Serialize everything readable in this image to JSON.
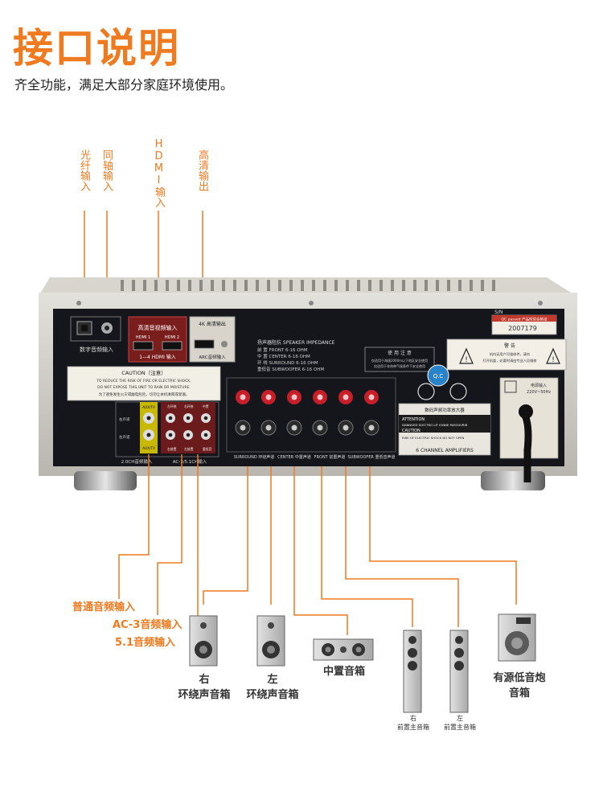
{
  "header": {
    "title": "接口说明",
    "subtitle": "齐全功能，满足大部分家庭环境使用。"
  },
  "top_labels": {
    "optical": "光纤输入",
    "coaxial": "同轴输入",
    "hdmi_in": "HDMI输入",
    "hd_out": "高清输出"
  },
  "panel": {
    "sn_label": "S/N",
    "qc_label": "QC passed 产品检验合格证",
    "serial_number": "2007179",
    "digital_audio_in": "数字音频输入",
    "hd_audio_in": "高清音视频输入",
    "hdmi1": "HDMI 1",
    "hdmi2": "HDMI 2",
    "hdmi_in": "1—4 HDMI 输入",
    "hd_out_box": "4K 高清输出",
    "arc_in": "ARC音频输入",
    "speaker_impedance_title": "扬声器阻抗 SPEAKER IMPEDANCE",
    "impedance_lines": [
      "前 置 FRONT          6-16 OHM",
      "中 置 CENTER         6-16 OHM",
      "环 绕 SURROUND       6-16 OHM",
      "重低音 SUBWOOFER     6-16 OHM"
    ],
    "usage_notes_title": "使 用 注 意",
    "usage_notes_lines": [
      "仅适用于海拔2000m以下地区安全使用",
      "仅适用于非热带气候条件下安全使用"
    ],
    "warning_title": "警 告",
    "warning_lines": [
      "机内无用户可维修件，请勿",
      "打开机盖，必要时请由专业人员维修"
    ],
    "power_in": "电源输入",
    "power_spec": "220V~50Hz",
    "caution_title": "CAUTION（注意）",
    "caution_lines": [
      "TO REDUCE THE RISK OF FIRE OR ELECTRIC SHOCK,",
      "DO NOT EXPOSE THIS UNIT TO RAIN OR MOISTURE.",
      "为了避免发生火灾或触电危险，切勿让本机淋雨或受潮。"
    ],
    "aux_tv": "AUX/TV",
    "aux_tv2": "AUX/TV",
    "label_right_ch": "右声道",
    "label_left_ch": "左声道",
    "label_2ch": "2.0CH音频输入",
    "label_ac3": "AC-3/5.1CH输入",
    "ac3_labels": [
      "左环绕",
      "右环绕",
      "中置",
      "右前置",
      "左前置",
      "重低音"
    ],
    "attention_title": "数码声频功率放大器",
    "attention_lines": [
      "ATTENTION",
      "DANNGED ELECTRO LIT IONNE PASOUVRIR",
      "CAUTION",
      "RISK OF ELECTRIC SHOCK DO NOT OPEN"
    ],
    "six_channel": "6 CHANNEL AMPLIFIERS",
    "group_surround": "SURROUND 环绕声道",
    "group_center": "CENTER 中置声道",
    "group_front": "FRONT 前置声道",
    "group_subwoofer": "SUBWOOFER 重低音声道",
    "qc_badge": "Q.C"
  },
  "connections": {
    "normal_audio_in": "普通音频输入",
    "ac3_audio_in": "AC-3音频输入",
    "audio_51_in": "5.1音频输入"
  },
  "speakers": {
    "right_surround": [
      "右",
      "环绕声音箱"
    ],
    "left_surround": [
      "左",
      "环绕声音箱"
    ],
    "center": "中置音箱",
    "front_right": [
      "右",
      "前置主音箱"
    ],
    "front_left": [
      "左",
      "前置主音箱"
    ],
    "subwoofer": [
      "有源低音炮",
      "音箱"
    ]
  },
  "colors": {
    "accent_orange": "#ef7a1f",
    "panel_black": "#14161b",
    "panel_silver": "#c9c6c0"
  }
}
